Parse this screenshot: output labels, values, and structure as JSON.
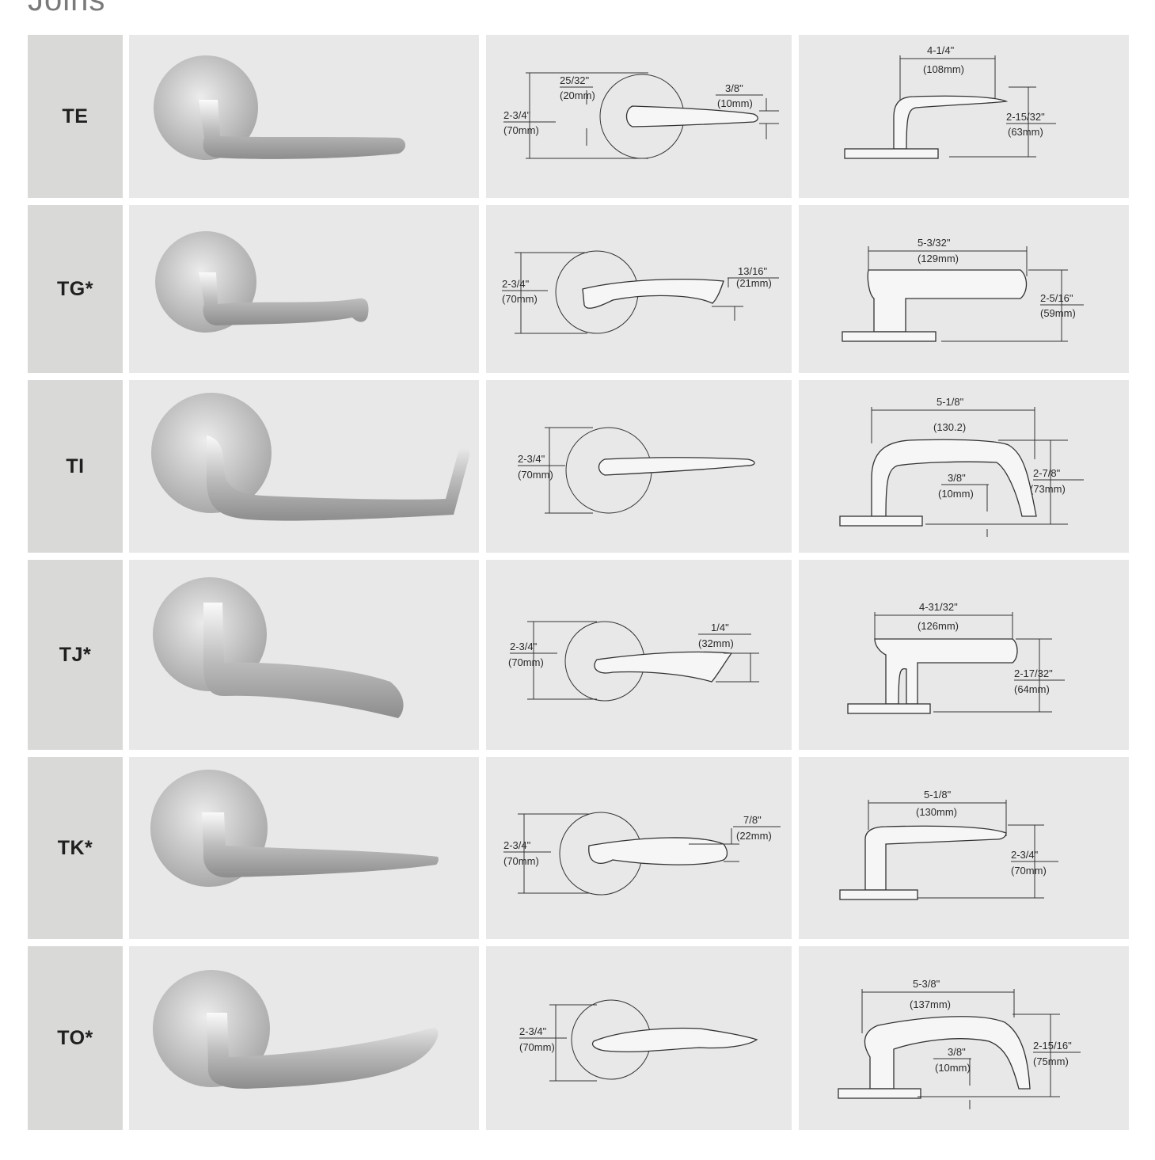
{
  "page": {
    "title": "Joins"
  },
  "rows": [
    {
      "model": "TE",
      "front": {
        "height_in": "2-3/4\"",
        "height_mm": "(70mm)",
        "rose_in": "25/32\"",
        "rose_mm": "(20mm)",
        "tip_in": "3/8\"",
        "tip_mm": "(10mm)"
      },
      "side": {
        "length_in": "4-1/4\"",
        "length_mm": "(108mm)",
        "proj_in": "2-15/32\"",
        "proj_mm": "(63mm)"
      }
    },
    {
      "model": "TG*",
      "front": {
        "height_in": "2-3/4\"",
        "height_mm": "(70mm)",
        "tip_in": "13/16\"",
        "tip_mm": "(21mm)"
      },
      "side": {
        "length_in": "5-3/32\"",
        "length_mm": "(129mm)",
        "proj_in": "2-5/16\"",
        "proj_mm": "(59mm)"
      }
    },
    {
      "model": "TI",
      "front": {
        "height_in": "2-3/4\"",
        "height_mm": "(70mm)"
      },
      "side": {
        "length_in": "5-1/8\"",
        "length_mm": "(130.2)",
        "proj_in": "2-7/8\"",
        "proj_mm": "(73mm)",
        "tip_in": "3/8\"",
        "tip_mm": "(10mm)"
      }
    },
    {
      "model": "TJ*",
      "front": {
        "height_in": "2-3/4\"",
        "height_mm": "(70mm)",
        "tip_in": "1/4\"",
        "tip_mm": "(32mm)"
      },
      "side": {
        "length_in": "4-31/32\"",
        "length_mm": "(126mm)",
        "proj_in": "2-17/32\"",
        "proj_mm": "(64mm)"
      }
    },
    {
      "model": "TK*",
      "front": {
        "height_in": "2-3/4\"",
        "height_mm": "(70mm)",
        "tip_in": "7/8\"",
        "tip_mm": "(22mm)"
      },
      "side": {
        "length_in": "5-1/8\"",
        "length_mm": "(130mm)",
        "proj_in": "2-3/4\"",
        "proj_mm": "(70mm)"
      }
    },
    {
      "model": "TO*",
      "front": {
        "height_in": "2-3/4\"",
        "height_mm": "(70mm)"
      },
      "side": {
        "length_in": "5-3/8\"",
        "length_mm": "(137mm)",
        "proj_in": "2-15/16\"",
        "proj_mm": "(75mm)",
        "tip_in": "3/8\"",
        "tip_mm": "(10mm)"
      }
    }
  ]
}
